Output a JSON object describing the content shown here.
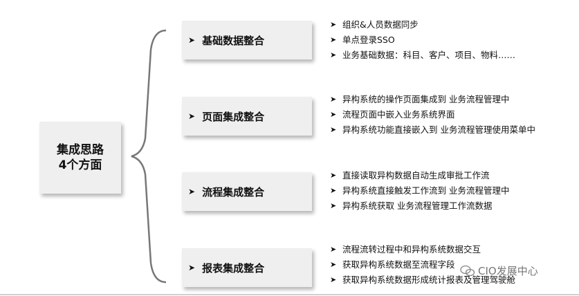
{
  "root": {
    "line1": "集成思路",
    "line2": "4个方面"
  },
  "arrow_glyph": "➤",
  "categories": [
    {
      "title": "基础数据整合",
      "items": [
        "组织&人员数据同步",
        "单点登录SSO",
        "业务基础数据：科目、客户、项目、物料……"
      ]
    },
    {
      "title": "页面集成整合",
      "items": [
        "异构系统的操作页面集成到  业务流程管理中",
        "流程页面中嵌入业务系统界面",
        "异构系统功能直接嵌入到  业务流程管理使用菜单中"
      ]
    },
    {
      "title": "流程集成整合",
      "items": [
        "直接读取异构数据自动生成审批工作流",
        "异构系统直接触发工作流到  业务流程管理中",
        "异构系统获取  业务流程管理工作流数据"
      ]
    },
    {
      "title": "报表集成整合",
      "items": [
        "流程流转过程中和异构系统数据交互",
        "获取异构系统数据至流程字段",
        "获取异构系统数据形成统计报表及管理驾驶舱"
      ]
    }
  ],
  "watermark": {
    "text": "CIO发展中心",
    "icon": "wechat-icon"
  }
}
